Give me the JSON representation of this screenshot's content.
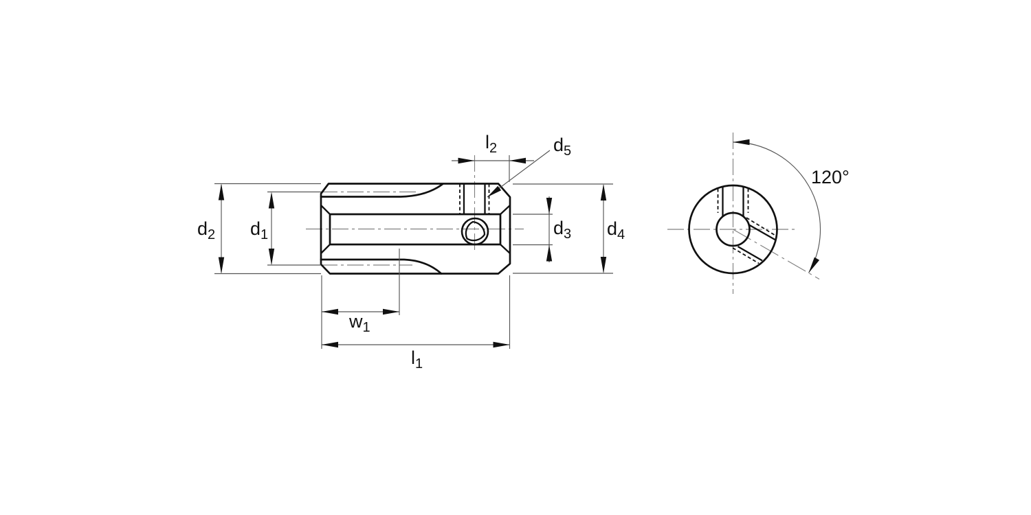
{
  "drawing": {
    "labels": {
      "d1": {
        "base": "d",
        "sub": "1"
      },
      "d2": {
        "base": "d",
        "sub": "2"
      },
      "d3": {
        "base": "d",
        "sub": "3"
      },
      "d4": {
        "base": "d",
        "sub": "4"
      },
      "d5": {
        "base": "d",
        "sub": "5"
      },
      "l1": {
        "base": "l",
        "sub": "1"
      },
      "l2": {
        "base": "l",
        "sub": "2"
      },
      "w1": {
        "base": "w",
        "sub": "1"
      },
      "angle": {
        "text": "120°"
      }
    },
    "colors": {
      "object_lines": "#111111",
      "dimension_lines": "#555555",
      "centerlines": "#808080",
      "background": "#ffffff"
    }
  }
}
